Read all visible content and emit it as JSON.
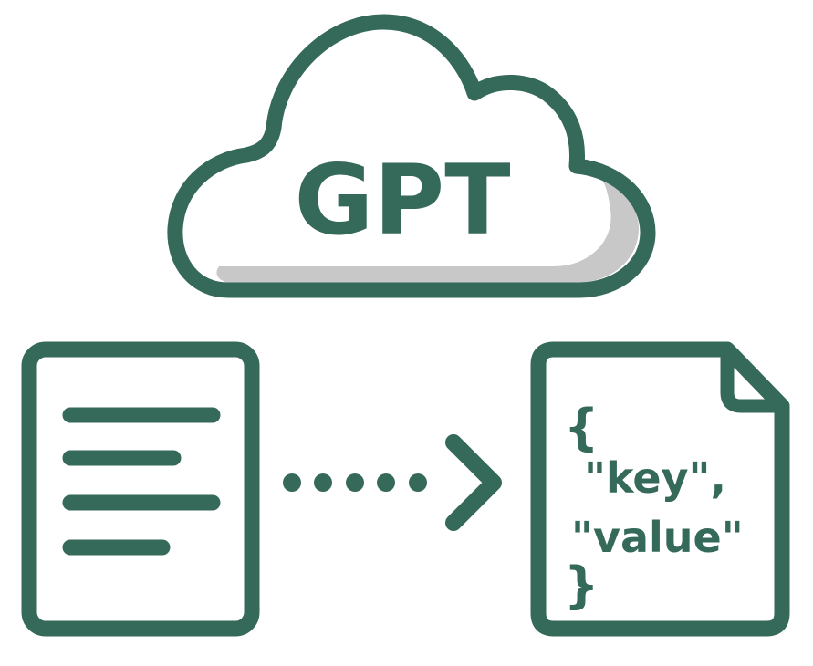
{
  "colors": {
    "stroke": "#35695a",
    "shadow": "#c8c8c8",
    "background": "#ffffff"
  },
  "cloud": {
    "icon": "cloud-icon",
    "label": "GPT"
  },
  "source_document": {
    "icon": "text-document-icon",
    "line_count": 4
  },
  "connector": {
    "icon": "dotted-arrow-icon",
    "dot_count": 5
  },
  "output_document": {
    "icon": "json-file-icon",
    "open_brace": "{",
    "line1": "\"key\",",
    "line2": "\"value\"",
    "close_brace": "}"
  }
}
